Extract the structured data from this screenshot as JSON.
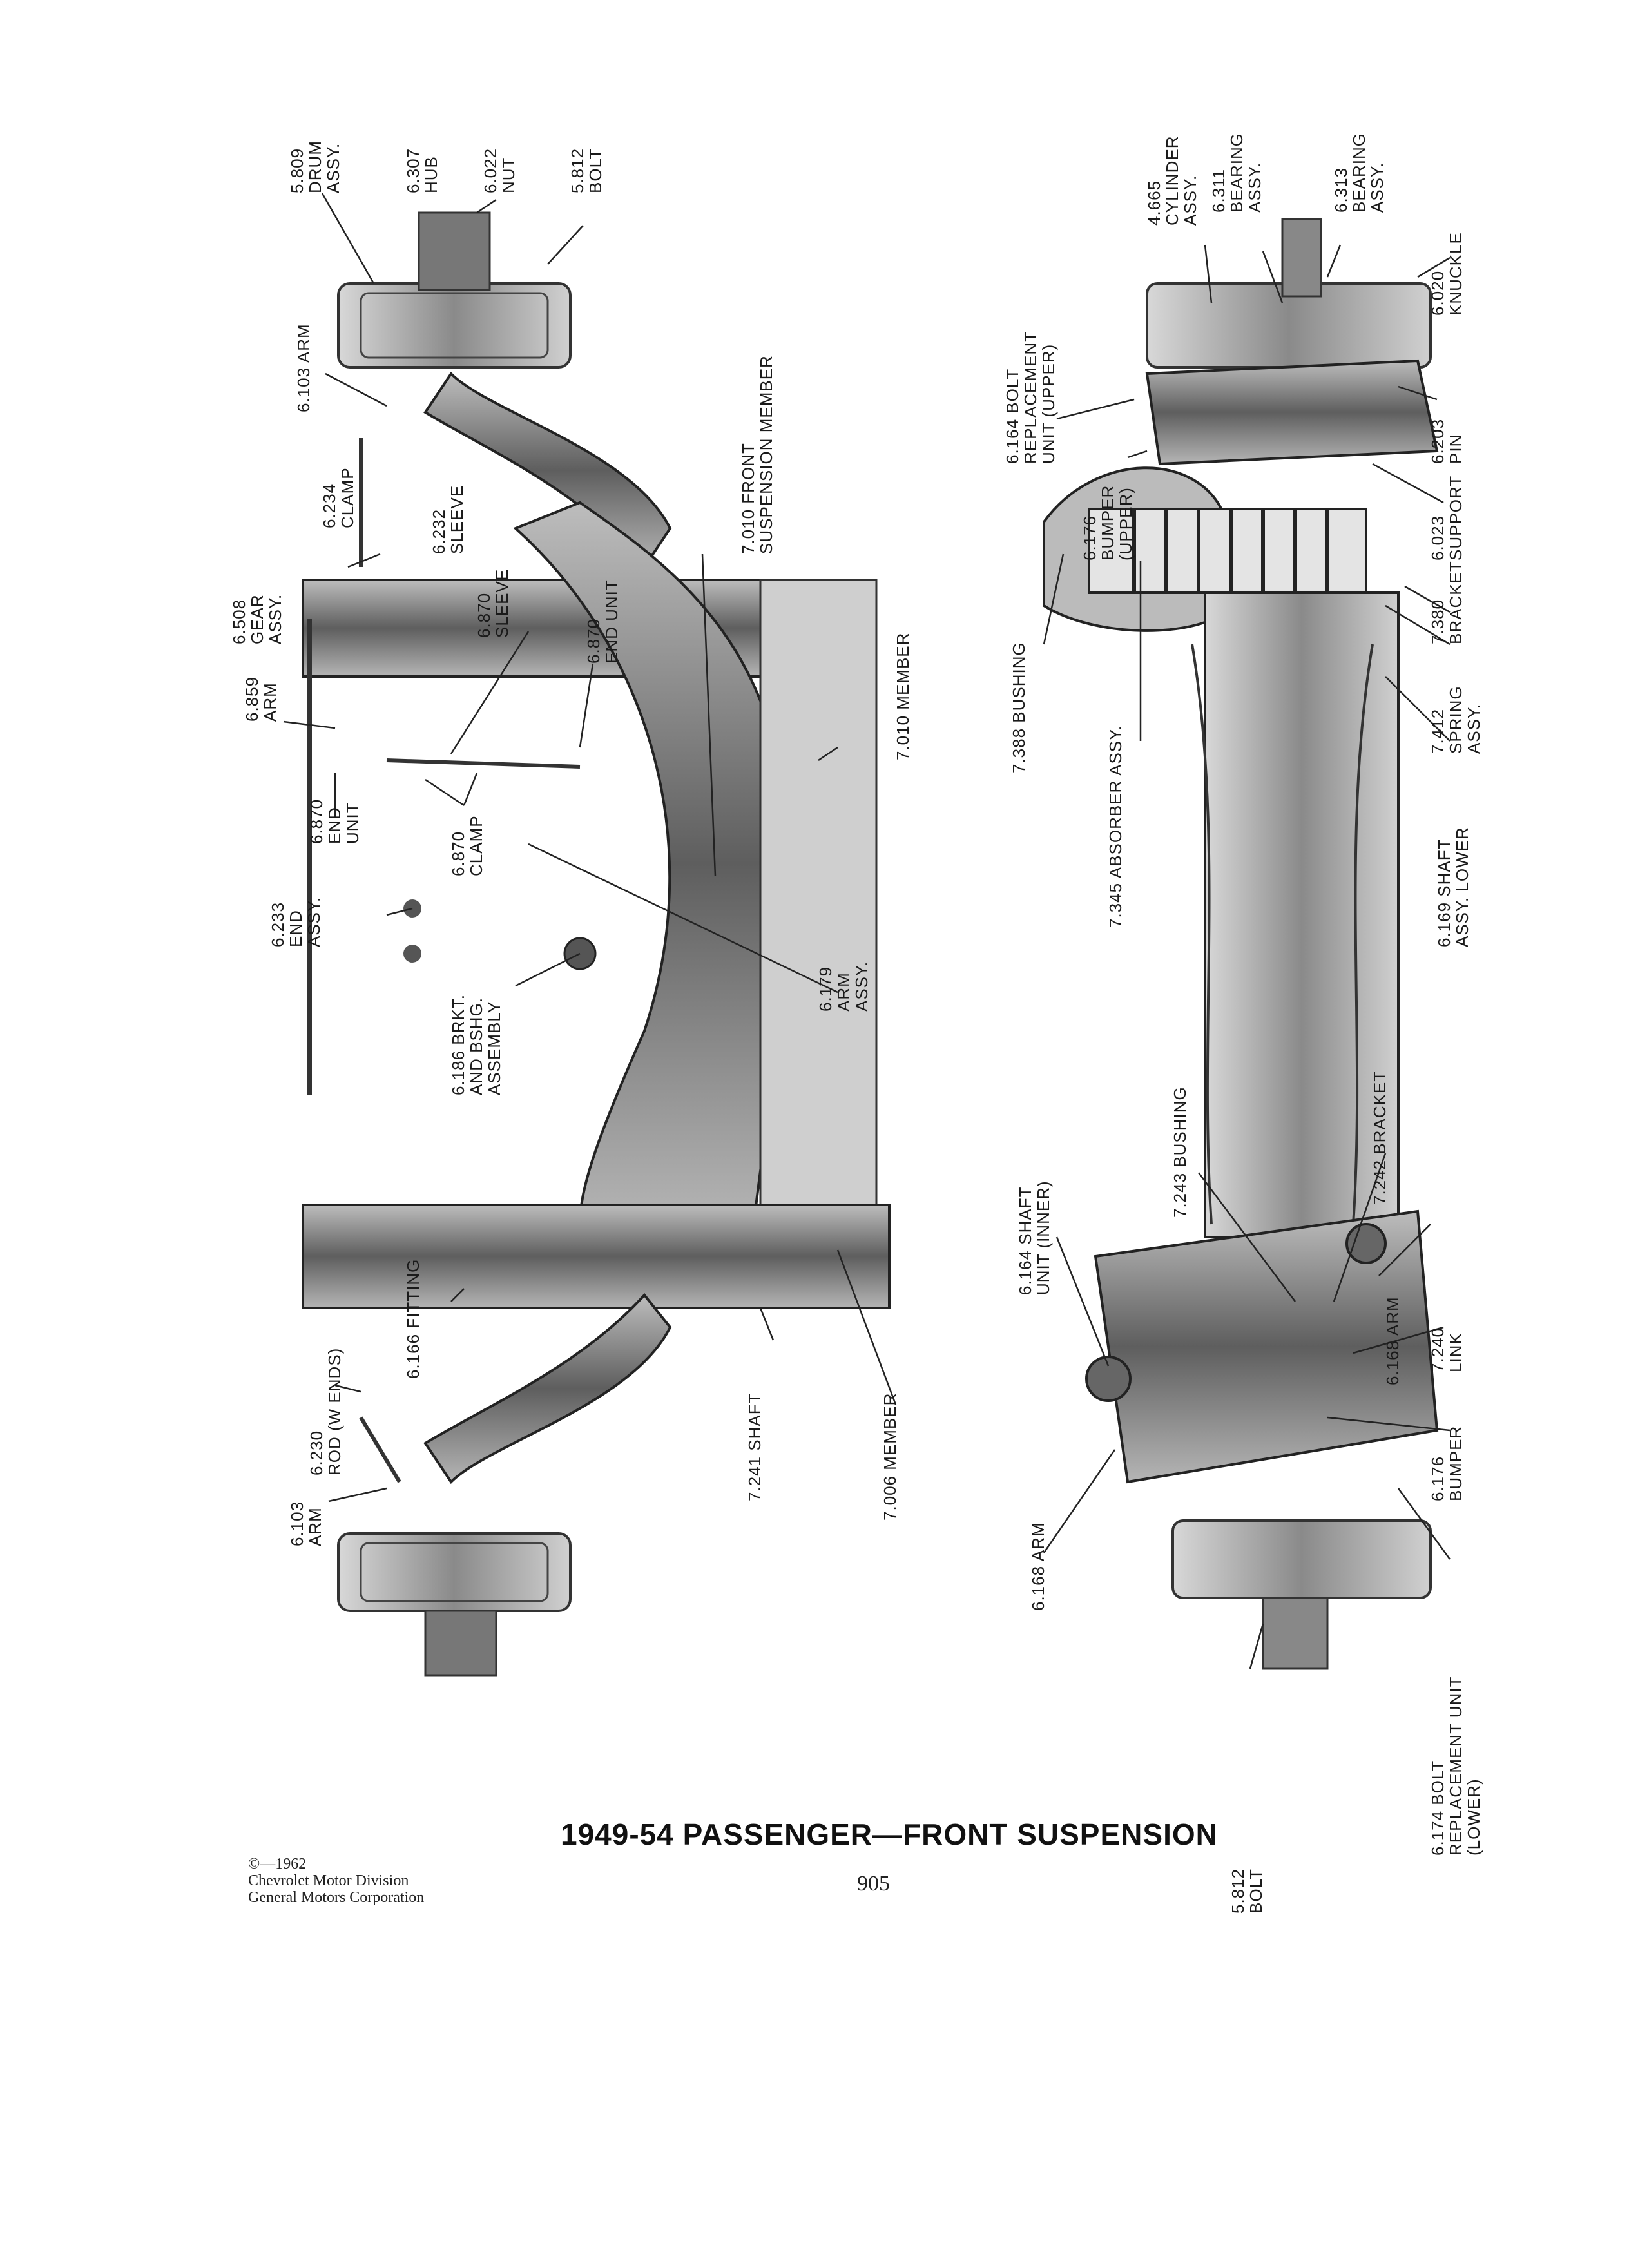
{
  "title": "1949-54 PASSENGER—FRONT SUSPENSION",
  "page_number": "905",
  "copyright": {
    "year": "©—1962",
    "line1": "Chevrolet Motor Division",
    "line2": "General Motors Corporation"
  },
  "left_view_labels": [
    [
      "5.809",
      "DRUM",
      "ASSY."
    ],
    [
      "6.307",
      "HUB"
    ],
    [
      "6.022",
      "NUT"
    ],
    [
      "5.812",
      "BOLT"
    ],
    [
      "6.103 ARM"
    ],
    [
      "6.234",
      "CLAMP"
    ],
    [
      "6.232",
      "SLEEVE"
    ],
    [
      "6.508",
      "GEAR",
      "ASSY."
    ],
    [
      "6.870",
      "SLEEVE"
    ],
    [
      "6.870",
      "END UNIT"
    ],
    [
      "7.010 FRONT",
      "SUSPENSION MEMBER"
    ],
    [
      "6.859",
      "ARM"
    ],
    [
      "6.870",
      "END",
      "UNIT"
    ],
    [
      "6.870",
      "CLAMP"
    ],
    [
      "7.010 MEMBER"
    ],
    [
      "6.233",
      "END",
      "ASSY."
    ],
    [
      "6.186 BRKT.",
      "AND BSHG.",
      "ASSEMBLY"
    ],
    [
      "6.179",
      "ARM",
      "ASSY."
    ],
    [
      "6.230",
      "ROD (W ENDS)"
    ],
    [
      "6.166 FITTING"
    ],
    [
      "7.241 SHAFT"
    ],
    [
      "7.006 MEMBER"
    ],
    [
      "6.103",
      "ARM"
    ]
  ],
  "right_view_labels": [
    [
      "4.665",
      "CYLINDER",
      "ASSY."
    ],
    [
      "6.311",
      "BEARING",
      "ASSY."
    ],
    [
      "6.313",
      "BEARING",
      "ASSY."
    ],
    [
      "6.164 BOLT",
      "REPLACEMENT",
      "UNIT (UPPER)"
    ],
    [
      "6.020",
      "KNUCKLE"
    ],
    [
      "6.176",
      "BUMPER",
      "(UPPER)"
    ],
    [
      "6.203",
      "PIN"
    ],
    [
      "6.023",
      "SUPPORT"
    ],
    [
      "7.380",
      "BRACKET"
    ],
    [
      "7.388 BUSHING"
    ],
    [
      "7.412",
      "SPRING",
      "ASSY."
    ],
    [
      "7.345 ABSORBER ASSY."
    ],
    [
      "6.169 SHAFT",
      "ASSY. LOWER"
    ],
    [
      "7.243 BUSHING"
    ],
    [
      "7.242 BRACKET"
    ],
    [
      "6.164 SHAFT",
      "UNIT (INNER)"
    ],
    [
      "6.168 ARM"
    ],
    [
      "7.240",
      "LINK"
    ],
    [
      "6.176",
      "BUMPER"
    ],
    [
      "6.168 ARM"
    ],
    [
      "6.174 BOLT",
      "REPLACEMENT UNIT",
      "(LOWER)"
    ],
    [
      "5.812",
      "BOLT"
    ]
  ]
}
